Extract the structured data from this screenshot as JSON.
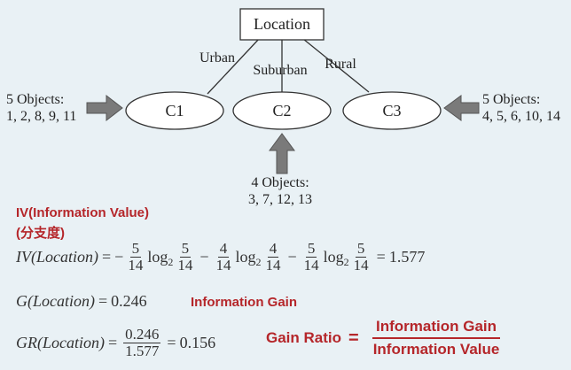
{
  "tree": {
    "root": "Location",
    "edges": [
      "Urban",
      "Suburban",
      "Rural"
    ],
    "children": [
      "C1",
      "C2",
      "C3"
    ]
  },
  "objects": {
    "left": {
      "title": "5 Objects:",
      "list": "1, 2, 8, 9, 11"
    },
    "bottom": {
      "title": "4 Objects:",
      "list": "3, 7, 12, 13"
    },
    "right": {
      "title": "5 Objects:",
      "list": "4, 5, 6, 10, 14"
    }
  },
  "labels": {
    "iv_title": "IV(Information Value)",
    "iv_chinese": "(分支度)",
    "info_gain": "Information Gain",
    "gain_ratio": "Gain Ratio",
    "gr_num": "Information Gain",
    "gr_den": "Information Value"
  },
  "formulas": {
    "iv": {
      "lhs": "IV",
      "arg": "(Location)",
      "t1_num": "5",
      "t1_den": "14",
      "t2_num": "4",
      "t2_den": "14",
      "t3_num": "5",
      "t3_den": "14",
      "log": "log",
      "base": "2",
      "result": "1.577"
    },
    "g": {
      "lhs": "G",
      "arg": "(Location)",
      "result": "0.246"
    },
    "gr": {
      "lhs": "GR",
      "arg": "(Location)",
      "num": "0.246",
      "den": "1.577",
      "result": "0.156"
    }
  },
  "colors": {
    "accent": "#b5262a",
    "arrow": "#7a7a7a",
    "background": "#e9f1f5"
  }
}
